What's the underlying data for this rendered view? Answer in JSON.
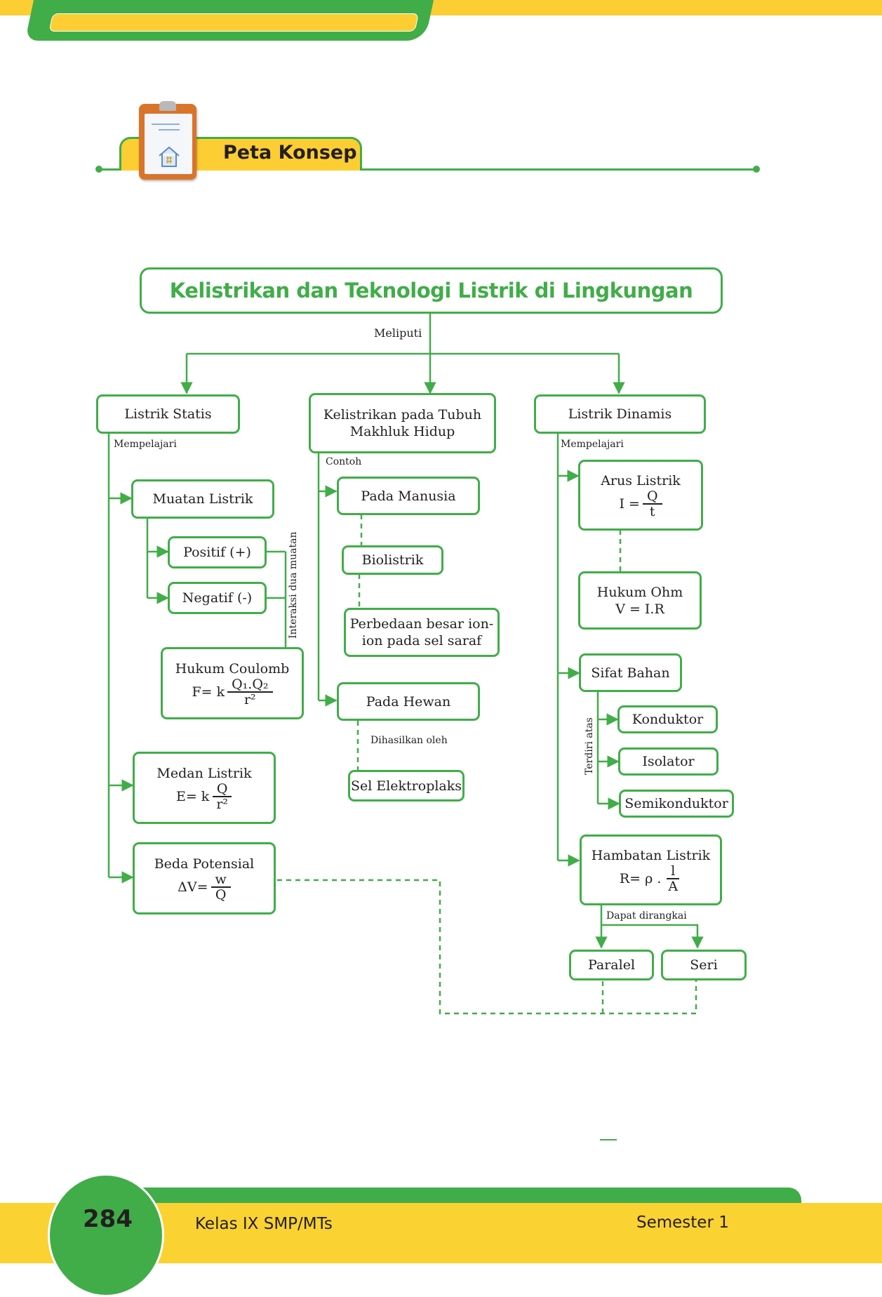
{
  "header": {
    "section_title": "Peta Konsep",
    "icon": "clipboard-icon"
  },
  "diagram": {
    "root": "Kelistrikan dan Teknologi Listrik di Lingkungan",
    "root_link": "Meliputi",
    "statis": {
      "title": "Listrik Statis",
      "link": "Mempelajari",
      "muatan": "Muatan Listrik",
      "positif": "Positif (+)",
      "negatif": "Negatif (-)",
      "interaksi": "Interaksi dua muatan",
      "coulomb": {
        "title": "Hukum Coulomb",
        "lhs": "F= k",
        "num": "Q₁.Q₂",
        "den": "r²"
      },
      "medan": {
        "title": "Medan Listrik",
        "lhs": "E= k",
        "num": "Q",
        "den": "r²"
      },
      "beda": {
        "title": "Beda Potensial",
        "lhs": "ΔV=",
        "num": "w",
        "den": "Q"
      }
    },
    "tubuh": {
      "title_line1": "Kelistrikan pada Tubuh",
      "title_line2": "Makhluk Hidup",
      "link": "Contoh",
      "manusia": "Pada Manusia",
      "biolistrik": "Biolistrik",
      "perbedaan_line1": "Perbedaan besar ion-",
      "perbedaan_line2": "ion pada sel saraf",
      "hewan": "Pada Hewan",
      "hewan_link": "Dihasilkan oleh",
      "elektroplaks": "Sel Elektroplaks"
    },
    "dinamis": {
      "title": "Listrik Dinamis",
      "link": "Mempelajari",
      "arus": {
        "title": "Arus Listrik",
        "lhs": "I =",
        "num": "Q",
        "den": "t"
      },
      "ohm": {
        "title": "Hukum Ohm",
        "formula": "V = I.R"
      },
      "sifat": "Sifat Bahan",
      "sifat_link": "Terdiri atas",
      "konduktor": "Konduktor",
      "isolator": "Isolator",
      "semikonduktor": "Semikonduktor",
      "hambatan": {
        "title": "Hambatan Listrik",
        "lhs": "R= ρ .",
        "num": "l",
        "den": "A"
      },
      "rangkai_link": "Dapat dirangkai",
      "paralel": "Paralel",
      "seri": "Seri"
    }
  },
  "footer": {
    "page_number": "284",
    "book": "Kelas IX SMP/MTs",
    "semester": "Semester 1"
  },
  "colors": {
    "green": "#41ad49",
    "yellow": "#fdce33",
    "text": "#231f20"
  }
}
